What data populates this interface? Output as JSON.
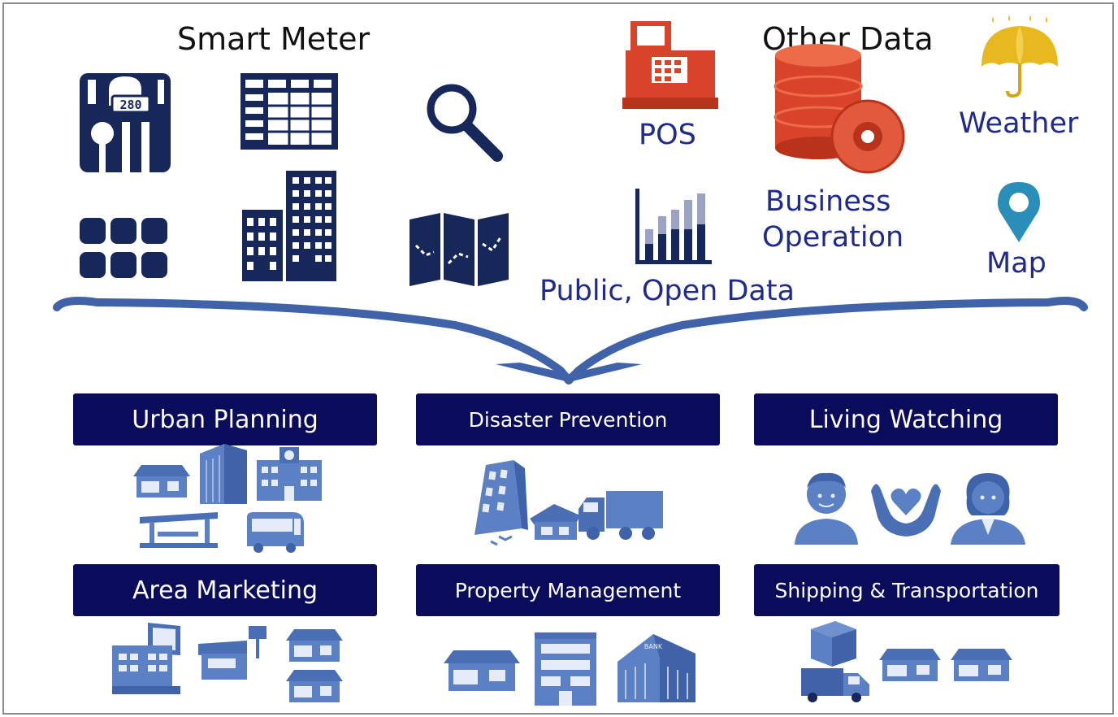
{
  "headings": {
    "smart_meter": "Smart Meter",
    "other_data": "Other Data"
  },
  "sources": {
    "pos": "POS",
    "weather": "Weather",
    "business": "Business",
    "operation": "Operation",
    "map": "Map",
    "public_open_data": "Public, Open Data"
  },
  "meter_reading": "280",
  "applications": {
    "urban_planning": "Urban Planning",
    "disaster_prevention": "Disaster Prevention",
    "living_watching": "Living Watching",
    "area_marketing": "Area Marketing",
    "property_management": "Property Management",
    "shipping_transportation": "Shipping & Transportation"
  },
  "bank_sign": "BANK",
  "colors": {
    "navy": "#0b0b5c",
    "icon_navy": "#17275a",
    "label_blue": "#1f2a8a",
    "app_icon_blue": "#5b80c4",
    "pos_red": "#d9432a",
    "weather_gold": "#e8b820",
    "map_pin": "#2a8fb8",
    "arrow_blue": "#3f62a8"
  }
}
